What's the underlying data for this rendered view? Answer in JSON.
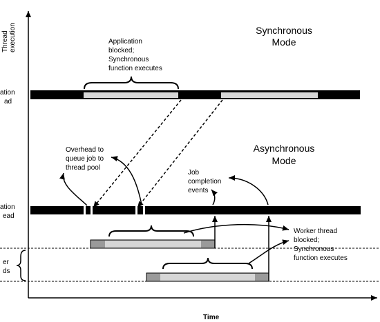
{
  "axes": {
    "y_label_line1": "Thread",
    "y_label_line2": "execution",
    "x_label": "Time"
  },
  "sync": {
    "title_line1": "Synchronous",
    "title_line2": "Mode",
    "thread_label_line1": "ation",
    "thread_label_line2": "ad",
    "annotation_lines": [
      "Application",
      "blocked;",
      "Synchronous",
      "function executes"
    ]
  },
  "async": {
    "title_line1": "Asynchronous",
    "title_line2": "Mode",
    "thread_label_line1": "ation",
    "thread_label_line2": "ead",
    "overhead_lines": [
      "Overhead to",
      "queue job to",
      "thread pool"
    ],
    "completion_lines": [
      "Job",
      "completion",
      "events"
    ],
    "worker_label_line1": "er",
    "worker_label_line2": "ds",
    "worker_annotation_lines": [
      "Worker thread",
      "blocked;",
      "Synchronous",
      "function executes"
    ]
  },
  "colors": {
    "running": "#000000",
    "blocked": "#d6d6d6",
    "worker_edge": "#9a9a9a",
    "line": "#000000"
  }
}
